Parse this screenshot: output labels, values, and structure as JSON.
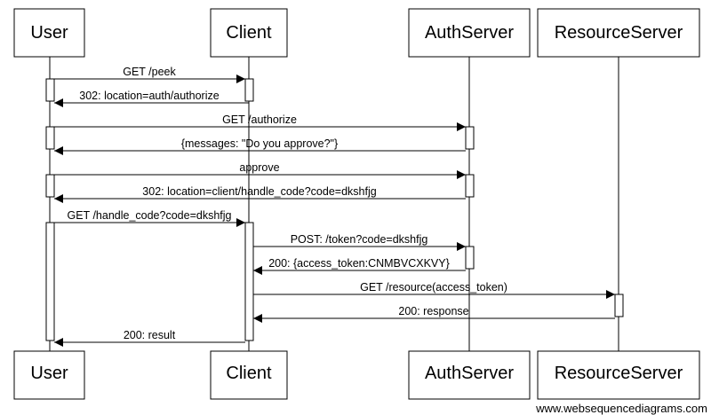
{
  "participants": [
    {
      "id": "user",
      "name": "User"
    },
    {
      "id": "client",
      "name": "Client"
    },
    {
      "id": "auth",
      "name": "AuthServer"
    },
    {
      "id": "resource",
      "name": "ResourceServer"
    }
  ],
  "messages": [
    {
      "from": "user",
      "to": "client",
      "label": "GET /peek"
    },
    {
      "from": "client",
      "to": "user",
      "label": "302: location=auth/authorize"
    },
    {
      "from": "user",
      "to": "auth",
      "label": "GET /authorize"
    },
    {
      "from": "auth",
      "to": "user",
      "label": "{messages: \"Do you approve?\"}"
    },
    {
      "from": "user",
      "to": "auth",
      "label": "approve"
    },
    {
      "from": "auth",
      "to": "user",
      "label": "302: location=client/handle_code?code=dkshfjg"
    },
    {
      "from": "user",
      "to": "client",
      "label": "GET /handle_code?code=dkshfjg"
    },
    {
      "from": "client",
      "to": "auth",
      "label": "POST: /token?code=dkshfjg"
    },
    {
      "from": "auth",
      "to": "client",
      "label": "200: {access_token:CNMBVCXKVY}"
    },
    {
      "from": "client",
      "to": "resource",
      "label": "GET /resource(access_token)"
    },
    {
      "from": "resource",
      "to": "client",
      "label": "200: response"
    },
    {
      "from": "client",
      "to": "user",
      "label": "200: result"
    }
  ],
  "footer": "www.websequencediagrams.com"
}
